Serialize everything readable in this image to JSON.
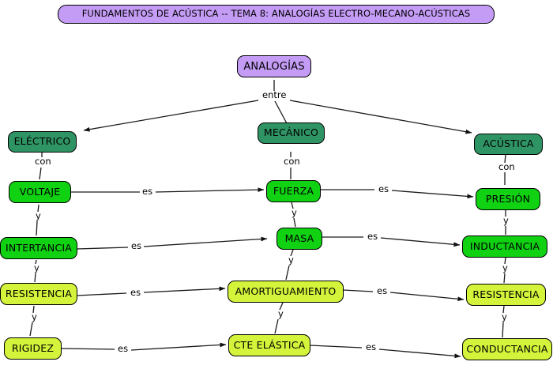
{
  "page": {
    "title_banner": "FUNDAMENTOS DE ACÚSTICA -- TEMA 8: ANALOGÍAS ELECTRO-MECANO-ACÚSTICAS",
    "background_color": "#ffffff"
  },
  "colors": {
    "banner_fill": "#c49cf5",
    "root_fill": "#c49cf5",
    "category_fill": "#2f9464",
    "green_fill": "#10d112",
    "lime_fill": "#d3f43a",
    "stroke": "#000000",
    "link_stroke": "#1a1a1a"
  },
  "nodes": {
    "root": "ANALOGÍAS",
    "categories": [
      {
        "id": "electrico",
        "label": "ELÉCTRICO"
      },
      {
        "id": "mecanico",
        "label": "MECÁNICO"
      },
      {
        "id": "acustica",
        "label": "ACÚSTICA"
      }
    ],
    "electrical": [
      {
        "id": "voltaje",
        "label": "VOLTAJE"
      },
      {
        "id": "intertancia",
        "label": "INTERTANCIA"
      },
      {
        "id": "resistencia_e",
        "label": "RESISTENCIA"
      },
      {
        "id": "rigidez",
        "label": "RIGIDEZ"
      }
    ],
    "mechanical": [
      {
        "id": "fuerza",
        "label": "FUERZA"
      },
      {
        "id": "masa",
        "label": "MASA"
      },
      {
        "id": "amortiguamiento",
        "label": "AMORTIGUAMIENTO"
      },
      {
        "id": "cte_elastica",
        "label": "CTE ELÁSTICA"
      }
    ],
    "acoustic": [
      {
        "id": "presion",
        "label": "PRESIÓN"
      },
      {
        "id": "inductancia",
        "label": "INDUCTANCIA"
      },
      {
        "id": "resistencia_a",
        "label": "RESISTENCIA"
      },
      {
        "id": "conductancia",
        "label": "CONDUCTANCIA"
      }
    ]
  },
  "edge_labels": {
    "entre": "entre",
    "con_electrico": "con",
    "con_mecanico": "con",
    "con_acustica": "con",
    "es_voltaje_fuerza": "es",
    "es_fuerza_presion": "es",
    "es_intertancia_masa": "es",
    "es_masa_inductancia": "es",
    "es_resistencia_amort": "es",
    "es_amort_resistencia": "es",
    "es_rigidez_cte": "es",
    "es_cte_conductancia": "es",
    "y_voltaje_intertancia": "y",
    "y_intertancia_resistencia": "y",
    "y_resistencia_rigidez": "y",
    "y_fuerza_masa": "y",
    "y_masa_amort": "y",
    "y_amort_cte": "y",
    "y_presion_inductancia": "y",
    "y_inductancia_resistencia": "y",
    "y_resistencia_conductancia": "y"
  }
}
